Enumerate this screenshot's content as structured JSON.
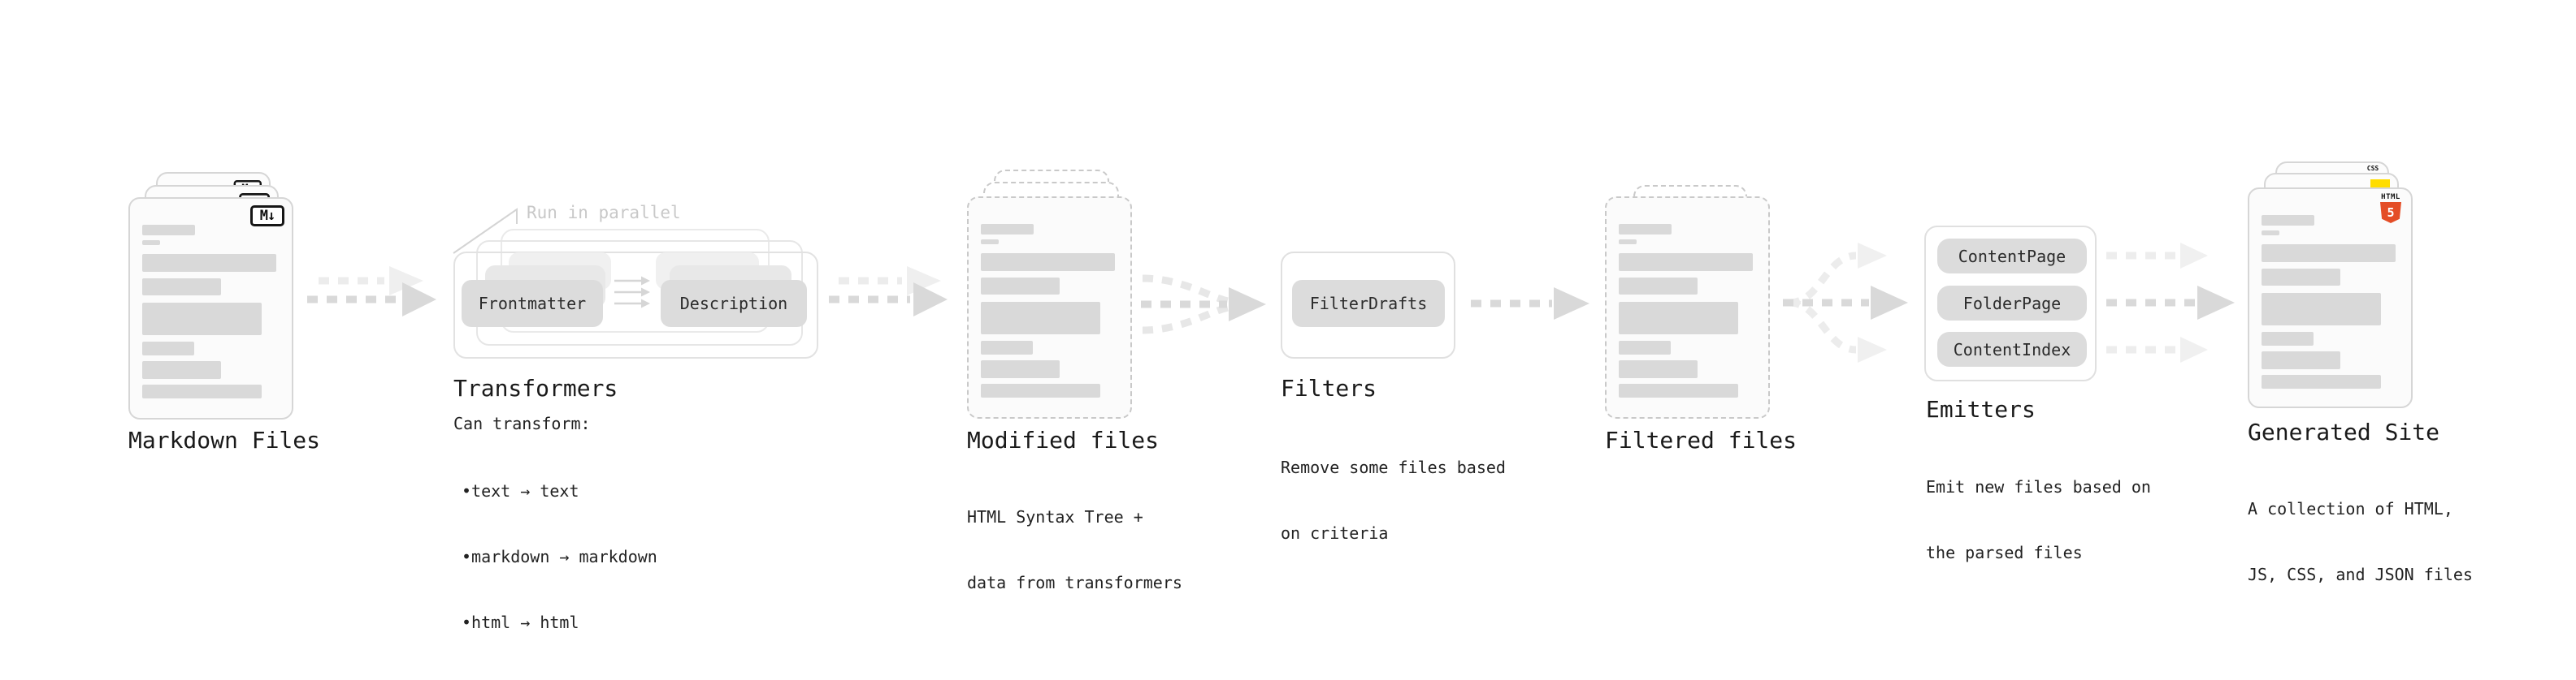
{
  "colors": {
    "html5_orange": "#e44d26",
    "js_yellow": "#ffdd00",
    "css_blue": "#2965f1",
    "ink": "#1a1a1a",
    "annotation_gray": "#c8c8c8"
  },
  "stages": {
    "markdown_files": {
      "label": "Markdown Files",
      "badge": "M↓"
    },
    "transformers": {
      "label": "Transformers",
      "annotation": "Run in parallel",
      "buttons": [
        "Frontmatter",
        "Description"
      ],
      "desc_title": "Can transform:",
      "bullets": [
        "text → text",
        "markdown → markdown",
        "html → html"
      ]
    },
    "modified_files": {
      "label": "Modified files",
      "desc": [
        "HTML Syntax Tree +",
        "data from transformers"
      ]
    },
    "filters": {
      "label": "Filters",
      "buttons": [
        "FilterDrafts"
      ],
      "desc": [
        "Remove some files based",
        "on criteria"
      ]
    },
    "filtered_files": {
      "label": "Filtered files"
    },
    "emitters": {
      "label": "Emitters",
      "buttons": [
        "ContentPage",
        "FolderPage",
        "ContentIndex"
      ],
      "desc": [
        "Emit new files based on",
        "the parsed files"
      ]
    },
    "generated_site": {
      "label": "Generated Site",
      "desc": [
        "A collection of HTML,",
        "JS, CSS, and JSON files"
      ],
      "badges": {
        "css": "CSS",
        "html_word": "HTML",
        "html_shield": "5"
      }
    }
  }
}
